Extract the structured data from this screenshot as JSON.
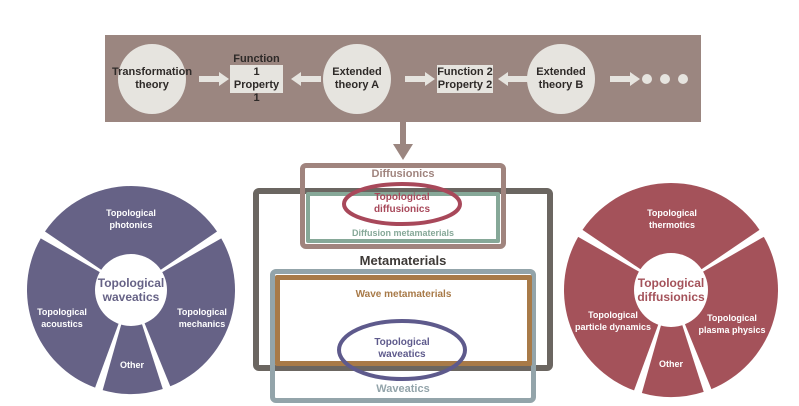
{
  "banner": {
    "nodes": [
      {
        "type": "theory",
        "line1": "Transformation",
        "line2": "theory"
      },
      {
        "type": "function",
        "line1": "Function 1",
        "line2": "Property 1"
      },
      {
        "type": "theory",
        "line1": "Extended",
        "line2": "theory A"
      },
      {
        "type": "function",
        "line1": "Function 2",
        "line2": "Property 2"
      },
      {
        "type": "theory",
        "line1": "Extended",
        "line2": "theory B"
      }
    ],
    "continuation": "ellipsis-dots",
    "colors": {
      "background": "#9b8680",
      "node": "#e6e4df"
    }
  },
  "venn": {
    "diffusionics": {
      "label": "Diffusionics",
      "color": "#a0847e"
    },
    "diffusion_metamaterials": {
      "label": "Diffusion metamaterials",
      "color": "#86a898"
    },
    "topological_diffusionics": {
      "line1": "Topological",
      "line2": "diffusionics",
      "color": "#a8485a"
    },
    "metamaterials": {
      "label": "Metamaterials",
      "color": "#6b6661"
    },
    "wave_metamaterials": {
      "label": "Wave metamaterials",
      "color": "#a87a48"
    },
    "topological_waveatics": {
      "line1": "Topological",
      "line2": "waveatics",
      "color": "#5e5a8c"
    },
    "waveatics": {
      "label": "Waveatics",
      "color": "#93a4aa"
    }
  },
  "left_wheel": {
    "color": "#666286",
    "center": {
      "line1": "Topological",
      "line2": "waveatics"
    },
    "segments": [
      {
        "line1": "Topological",
        "line2": "photonics"
      },
      {
        "line1": "Topological",
        "line2": "mechanics"
      },
      {
        "line1": "Other",
        "line2": ""
      },
      {
        "line1": "Topological",
        "line2": "acoustics"
      }
    ]
  },
  "right_wheel": {
    "color": "#a4525a",
    "center": {
      "line1": "Topological",
      "line2": "diffusionics"
    },
    "segments": [
      {
        "line1": "Topological",
        "line2": "thermotics"
      },
      {
        "line1": "Topological",
        "line2": "plasma physics"
      },
      {
        "line1": "Other",
        "line2": ""
      },
      {
        "line1": "Topological",
        "line2": "particle dynamics"
      }
    ]
  }
}
